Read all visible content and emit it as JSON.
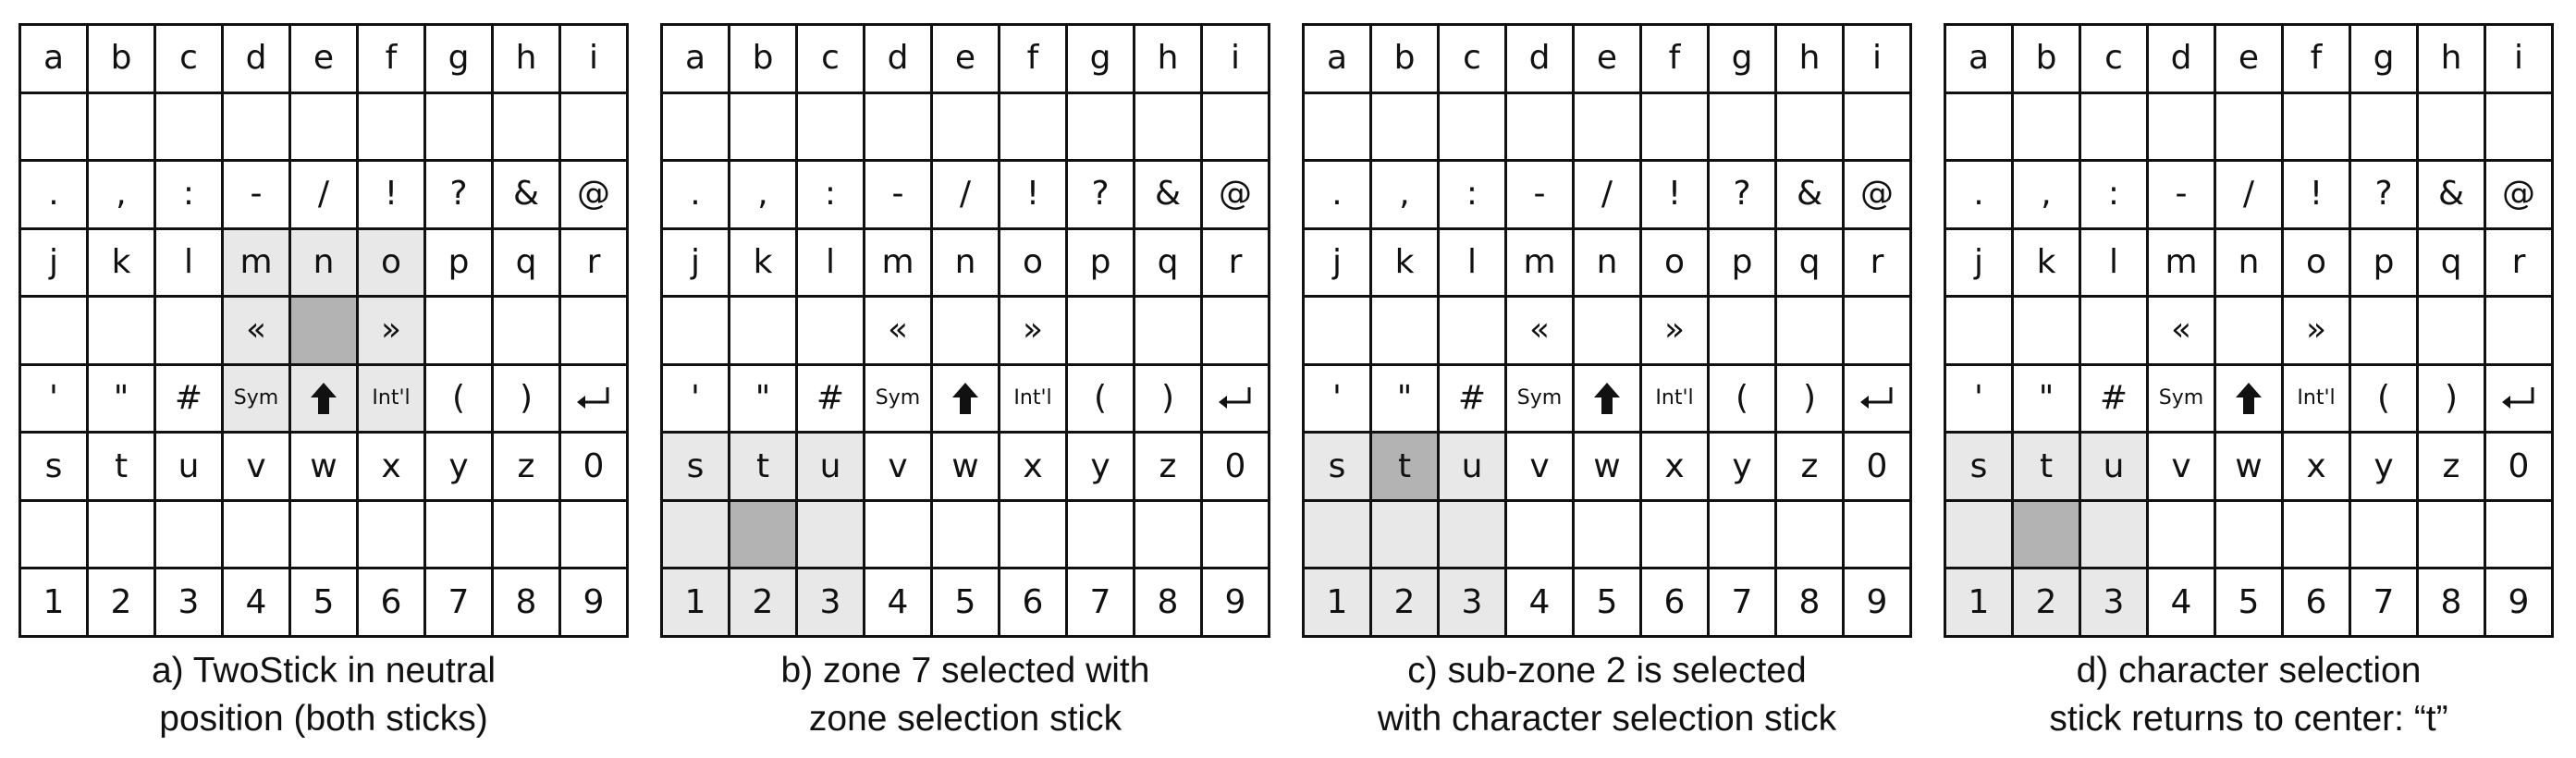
{
  "keys": [
    [
      "a",
      "b",
      "c",
      "d",
      "e",
      "f",
      "g",
      "h",
      "i"
    ],
    [
      "",
      "",
      "",
      "",
      "",
      "",
      "",
      "",
      ""
    ],
    [
      ".",
      ",",
      ":",
      "-",
      "/",
      "!",
      "?",
      "&",
      "@"
    ],
    [
      "j",
      "k",
      "l",
      "m",
      "n",
      "o",
      "p",
      "q",
      "r"
    ],
    [
      "",
      "",
      "",
      "«",
      "",
      "»",
      "",
      "",
      ""
    ],
    [
      "'",
      "\"",
      "#",
      "Sym",
      "{shift}",
      "Int'l",
      "(",
      ")",
      "{enter}"
    ],
    [
      "s",
      "t",
      "u",
      "v",
      "w",
      "x",
      "y",
      "z",
      "0"
    ],
    [
      "",
      "",
      "",
      "",
      "",
      "",
      "",
      "",
      ""
    ],
    [
      "1",
      "2",
      "3",
      "4",
      "5",
      "6",
      "7",
      "8",
      "9"
    ]
  ],
  "icons": {
    "{shift}": "shift-arrow-icon",
    "{enter}": "enter-return-icon"
  },
  "colors": {
    "grid_line": "#111111",
    "zone_highlight": "#e8e8e8",
    "selected_highlight": "#b3b3b3"
  },
  "panels": [
    {
      "id": "a",
      "caption": [
        "a) TwoStick in neutral",
        "position (both sticks)"
      ],
      "light": [
        [
          3,
          3
        ],
        [
          3,
          4
        ],
        [
          3,
          5
        ],
        [
          4,
          3
        ],
        [
          4,
          5
        ],
        [
          5,
          3
        ],
        [
          5,
          4
        ],
        [
          5,
          5
        ]
      ],
      "dark": [
        [
          4,
          4
        ]
      ]
    },
    {
      "id": "b",
      "caption": [
        "b) zone 7 selected with",
        "zone selection stick"
      ],
      "light": [
        [
          6,
          0
        ],
        [
          6,
          1
        ],
        [
          6,
          2
        ],
        [
          7,
          0
        ],
        [
          7,
          2
        ],
        [
          8,
          0
        ],
        [
          8,
          1
        ],
        [
          8,
          2
        ]
      ],
      "dark": [
        [
          7,
          1
        ]
      ]
    },
    {
      "id": "c",
      "caption": [
        "c) sub-zone 2 is selected",
        "with character selection stick"
      ],
      "light": [
        [
          6,
          0
        ],
        [
          6,
          2
        ],
        [
          7,
          0
        ],
        [
          7,
          1
        ],
        [
          7,
          2
        ],
        [
          8,
          0
        ],
        [
          8,
          1
        ],
        [
          8,
          2
        ]
      ],
      "dark": [
        [
          6,
          1
        ]
      ]
    },
    {
      "id": "d",
      "caption": [
        "d) character selection",
        "stick returns to center: “t”"
      ],
      "light": [
        [
          6,
          0
        ],
        [
          6,
          1
        ],
        [
          6,
          2
        ],
        [
          7,
          0
        ],
        [
          7,
          2
        ],
        [
          8,
          0
        ],
        [
          8,
          1
        ],
        [
          8,
          2
        ]
      ],
      "dark": [
        [
          7,
          1
        ]
      ]
    }
  ]
}
